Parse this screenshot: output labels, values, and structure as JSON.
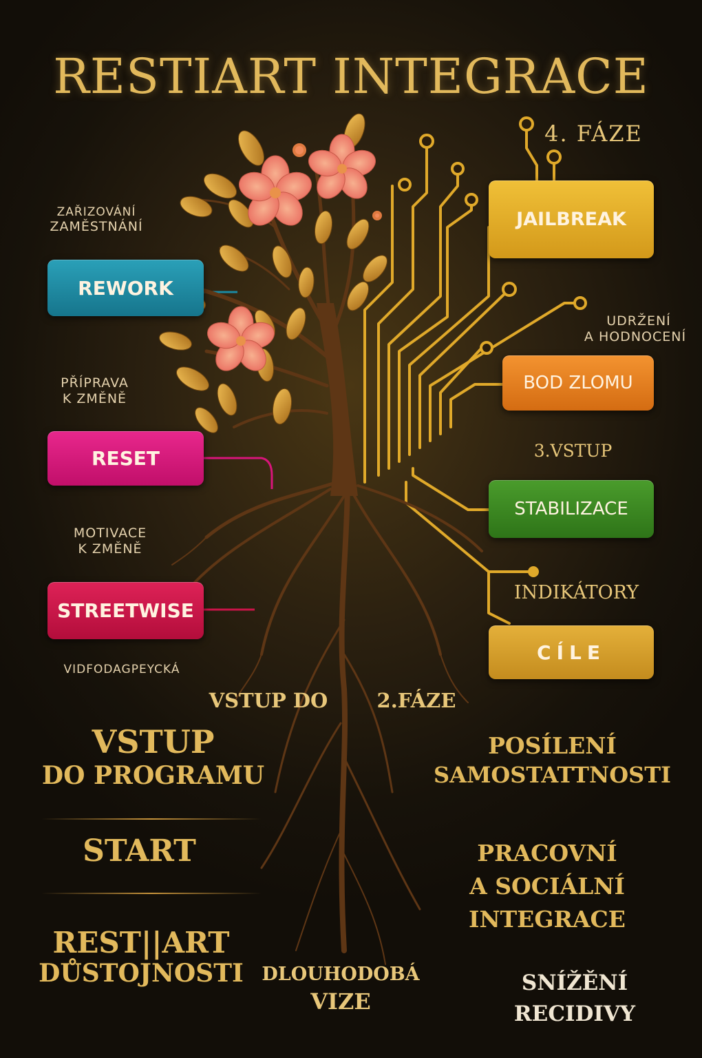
{
  "title": "RESTIART INTEGRACE",
  "left_column": {
    "rework": {
      "caption_line1": "ZAŘIZOVÁNÍ",
      "caption_line2": "ZAMĚSTNÁNÍ",
      "label": "REWORK",
      "color": "#1b8aa3"
    },
    "reset": {
      "caption_line1": "PŘÍPRAVA",
      "caption_line2": "K ZMĚNĚ",
      "label": "RESET",
      "color": "#d8157a"
    },
    "streetwise": {
      "caption_line1": "MOTIVACE",
      "caption_line2": "K ZMĚNĚ",
      "label": "STREETWISE",
      "color": "#cc1449"
    },
    "footnote": "VIDFODAGPEYCKÁ"
  },
  "right_column": {
    "phase4": "4. FÁZE",
    "jailbreak": {
      "label": "JAILBREAK",
      "color": "#e0ac22"
    },
    "retention": {
      "line1": "UDRŽENÍ",
      "line2": "A HODNOCENÍ"
    },
    "bod_zlomu": {
      "label": "BOD ZLOMU",
      "color": "#e57e1c"
    },
    "phase3": "3.VSTUP",
    "stabilizace": {
      "label": "STABILIZACE",
      "color": "#3b8a22"
    },
    "indikatory": "INDIKÁTORY",
    "cile": {
      "label": "CÍLE",
      "color": "#d9a12a"
    }
  },
  "center": {
    "vstup_do": "VSTUP DO",
    "phase2": "2.FÁZE",
    "long_term_line1": "DLOUHODOBÁ",
    "long_term_line2": "VIZE"
  },
  "bottom_left": {
    "vstup_line1": "VSTUP",
    "vstup_line2": "DO PROGRAMU",
    "start": "START",
    "restart_line1": "REST||ART",
    "restart_line2": "DŮSTOJNOSTI"
  },
  "bottom_right": {
    "posileni_line1": "POSÍLENÍ",
    "posileni_line2": "SAMOSTATTNOSTI",
    "pracovni_line1": "PRACOVNÍ",
    "pracovni_line2": "A SOCIÁLNÍ",
    "pracovni_line3": "INTEGRACE",
    "snizeni_line1": "SNÍŽĚNÍ",
    "snizeni_line2": "RECIDIVY"
  },
  "colors": {
    "background": "#14100a",
    "gold_text": "#e2b95c",
    "trunk": "#5e3615",
    "leaf": "#d9a23a",
    "flower": "#f08a78",
    "circuit": "#e0a92a"
  }
}
